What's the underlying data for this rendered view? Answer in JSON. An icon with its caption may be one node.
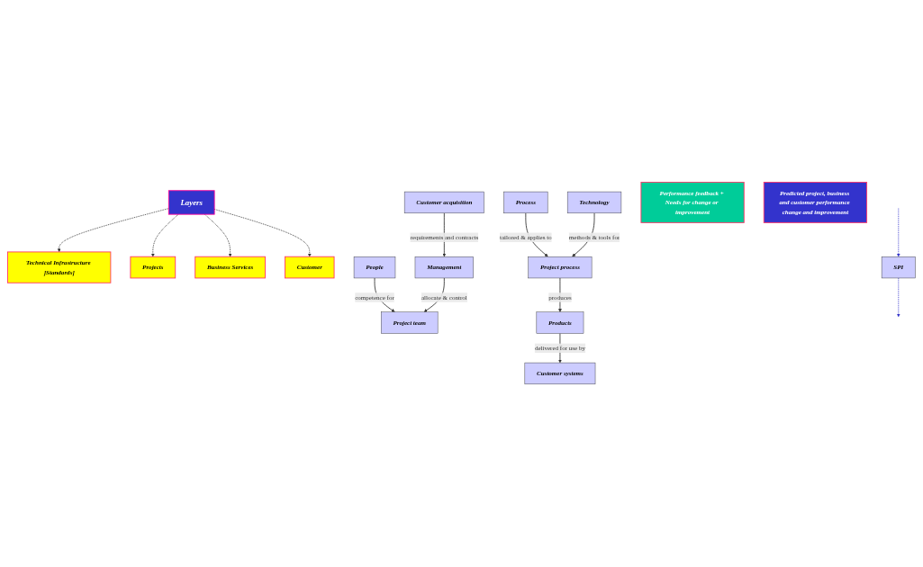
{
  "diagram": {
    "nodes": [
      {
        "text": [
          "Layers"
        ]
      },
      {
        "text": [
          "Technical Infrastructure ]Standards]"
        ]
      },
      {
        "text": [
          "Projects"
        ]
      },
      {
        "text": [
          "Business Services"
        ]
      },
      {
        "text": [
          "Customer"
        ]
      },
      {
        "text": [
          "Process"
        ]
      },
      {
        "text": [
          "Technology"
        ]
      },
      {
        "text": [
          "People"
        ]
      },
      {
        "text": [
          "Project process"
        ]
      },
      {
        "text": [
          "Project team"
        ]
      },
      {
        "text": [
          "Products"
        ]
      },
      {
        "text": [
          "Management"
        ]
      },
      {
        "text": [
          "Customer systems"
        ]
      },
      {
        "text": [
          "Customer acquisition"
        ]
      },
      {
        "text": [
          "Performance feedback + Needs for change or improvement"
        ]
      },
      {
        "text": [
          "SPI"
        ]
      },
      {
        "text": [
          "Predicted project, business and customer performance change and improvement"
        ]
      }
    ],
    "edges": [
      {
        "from": 0,
        "to": 1,
        "arrow": "to",
        "style": "dashed"
      },
      {
        "from": 0,
        "to": 2,
        "arrow": "to",
        "style": "dashed"
      },
      {
        "from": 0,
        "to": 3,
        "arrow": "to",
        "style": "dashed"
      },
      {
        "from": 0,
        "to": 4,
        "arrow": "to",
        "style": "dashed"
      },
      {
        "from": 5,
        "to": 8,
        "label": "tailored & applies to",
        "arrow": "to"
      },
      {
        "from": 6,
        "to": 8,
        "label": "methods & tools for",
        "arrow": "to"
      },
      {
        "from": 7,
        "to": 9,
        "label": "competence for",
        "arrow": "to"
      },
      {
        "from": 8,
        "to": 10,
        "label": "produces",
        "arrow": "to"
      },
      {
        "from": 10,
        "to": 12,
        "label": "delivered for use by",
        "arrow": "to"
      },
      {
        "from": 13,
        "to": 11,
        "label": "requirements and contracts",
        "arrow": "to"
      },
      {
        "from": 11,
        "to": 9,
        "label": "allocate & control",
        "arrow": "to"
      },
      {
        "from": null,
        "to": 15,
        "arrow": "to",
        "style": "dashed",
        "color": "#3333cc"
      },
      {
        "from": 15,
        "to": null,
        "arrow": "to",
        "style": "dashed",
        "color": "#3333cc"
      }
    ]
  }
}
